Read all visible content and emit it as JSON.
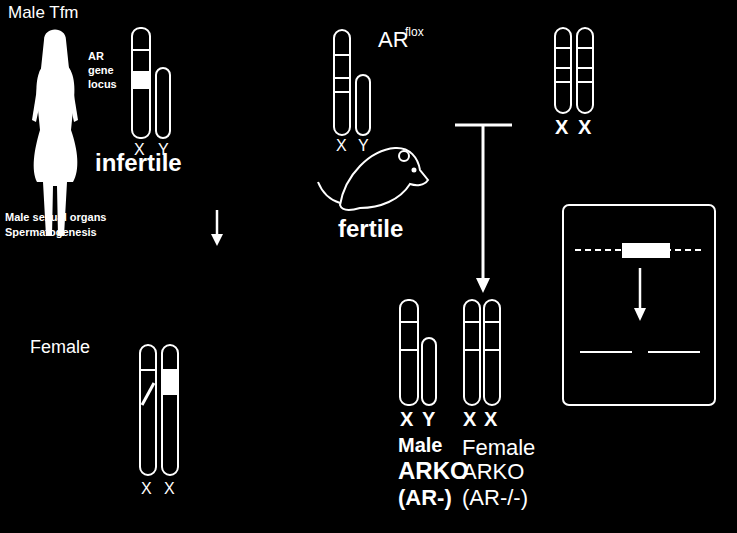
{
  "diagram": {
    "labels": [
      "Male Tfm",
      "AR gene locus",
      "X",
      "Y",
      "infertile",
      "Male sexual organs",
      "Spermatogenesis",
      "Female",
      "X",
      "X",
      "AR",
      "flox",
      "X",
      "Y",
      "X",
      "X",
      "fertile",
      "X",
      "Y",
      "X",
      "X",
      "Male",
      "ARKO",
      "(AR-)",
      "Female",
      "ARKO",
      "(AR-/-)"
    ]
  }
}
